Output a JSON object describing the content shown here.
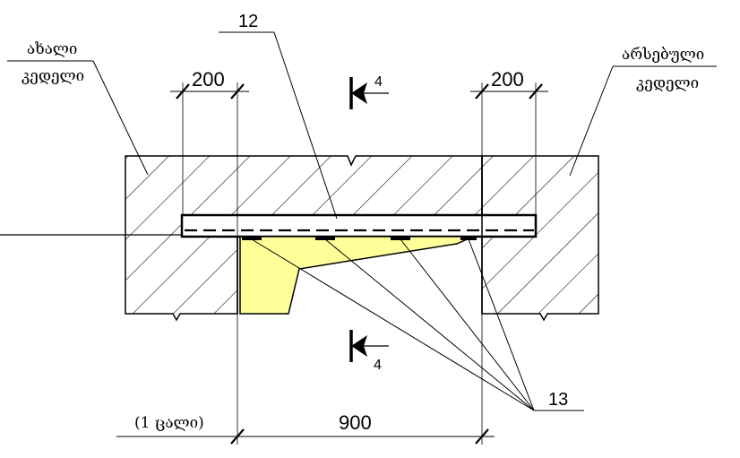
{
  "labels": {
    "new_wall_line1": "ახალი",
    "new_wall_line2": "კედელი",
    "existing_wall_line1": "არსებული",
    "existing_wall_line2": "კედელი",
    "callout_12": "12",
    "callout_13": "13",
    "section_mark": "4",
    "dim_left_200": "200",
    "dim_right_200": "200",
    "dim_900": "900",
    "one_piece": "(1 ცალი)"
  },
  "colors": {
    "fill": "#ffff99",
    "line": "#000000"
  }
}
